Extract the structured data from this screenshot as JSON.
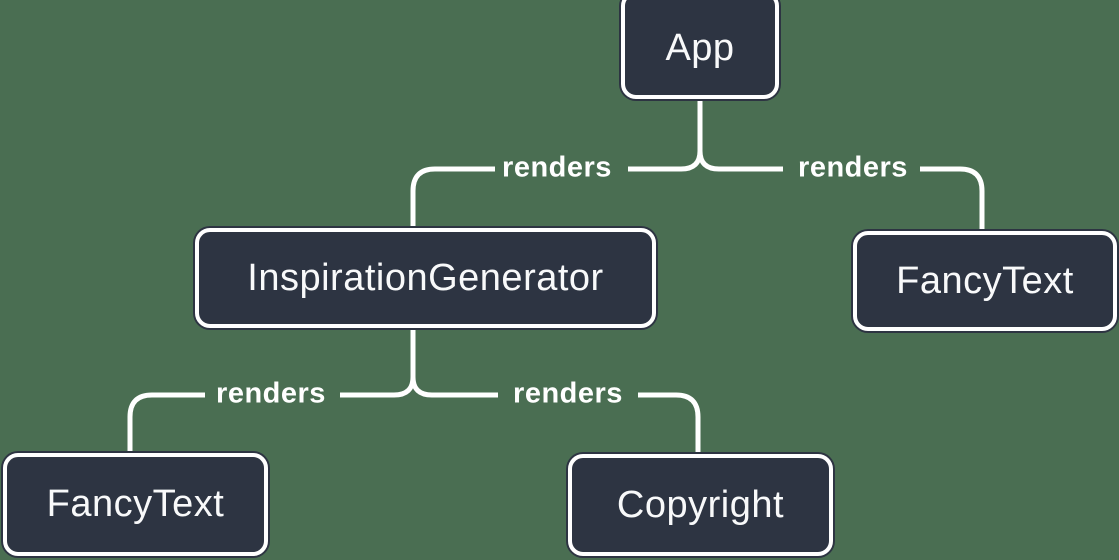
{
  "diagram_type": "component-render-tree",
  "colors": {
    "background": "#4a6e52",
    "node_fill": "#2d3442",
    "node_border": "#ffffff",
    "connector": "#ffffff",
    "node_text": "#f8f9fa",
    "label_text": "#ffffff"
  },
  "nodes": {
    "app": {
      "label": "App"
    },
    "inspiration_generator": {
      "label": "InspirationGenerator"
    },
    "fancy_text_top": {
      "label": "FancyText"
    },
    "fancy_text_bottom": {
      "label": "FancyText"
    },
    "copyright": {
      "label": "Copyright"
    }
  },
  "edges": [
    {
      "from": "App",
      "to": "InspirationGenerator",
      "label": "renders"
    },
    {
      "from": "App",
      "to": "FancyText",
      "label": "renders"
    },
    {
      "from": "InspirationGenerator",
      "to": "FancyText",
      "label": "renders"
    },
    {
      "from": "InspirationGenerator",
      "to": "Copyright",
      "label": "renders"
    }
  ]
}
